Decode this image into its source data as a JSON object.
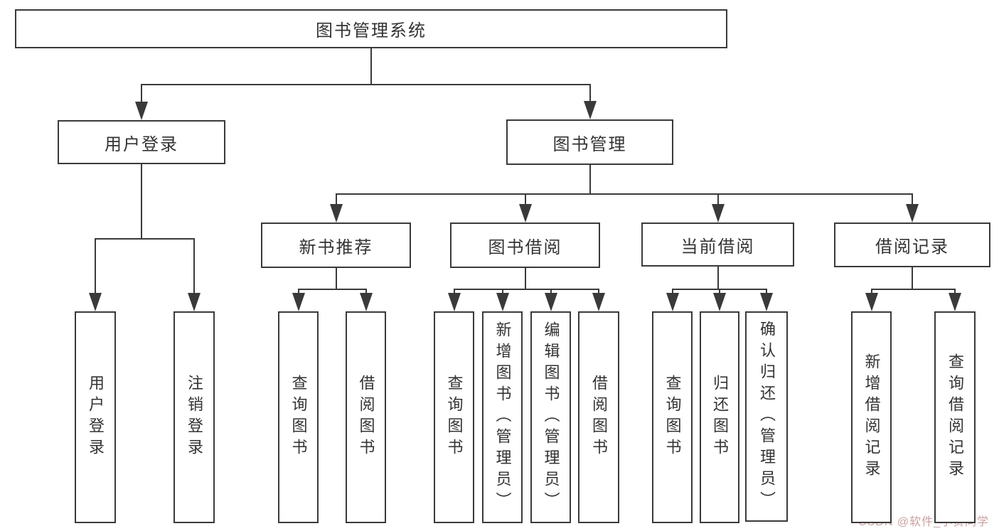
{
  "diagram_title": "图书管理系统",
  "colors": {
    "line": "#3a3a3a",
    "text": "#333333",
    "node_fill": "#ffffff",
    "background": "#ffffff",
    "watermark": "#c9a0a0"
  },
  "watermark": {
    "text": "CSDN @软件_小贺同学"
  },
  "tree": {
    "id": "root",
    "label": "图书管理系统",
    "children": [
      {
        "id": "user-login",
        "label": "用户登录",
        "children": [
          {
            "id": "leaf-user-login",
            "label": "用户登录"
          },
          {
            "id": "leaf-logout",
            "label": "注销登录"
          }
        ]
      },
      {
        "id": "book-mgmt",
        "label": "图书管理",
        "children": [
          {
            "id": "new-book-rec",
            "label": "新书推荐",
            "children": [
              {
                "id": "leaf-query-books-1",
                "label": "查询图书"
              },
              {
                "id": "leaf-borrow-books-1",
                "label": "借阅图书"
              }
            ]
          },
          {
            "id": "book-borrow",
            "label": "图书借阅",
            "children": [
              {
                "id": "leaf-query-books-2",
                "label": "查询图书"
              },
              {
                "id": "leaf-add-book",
                "label": "新增图书（管理员）"
              },
              {
                "id": "leaf-edit-book",
                "label": "编辑图书（管理员）"
              },
              {
                "id": "leaf-borrow-books-2",
                "label": "借阅图书"
              }
            ]
          },
          {
            "id": "current-borrow",
            "label": "当前借阅",
            "children": [
              {
                "id": "leaf-query-books-3",
                "label": "查询图书"
              },
              {
                "id": "leaf-return-book",
                "label": "归还图书"
              },
              {
                "id": "leaf-confirm-return",
                "label": "确认归还（管理员）"
              }
            ]
          },
          {
            "id": "borrow-records",
            "label": "借阅记录",
            "children": [
              {
                "id": "leaf-add-borrow-record",
                "label": "新增借阅记录"
              },
              {
                "id": "leaf-query-borrow-record",
                "label": "查询借阅记录"
              }
            ]
          }
        ]
      }
    ]
  }
}
